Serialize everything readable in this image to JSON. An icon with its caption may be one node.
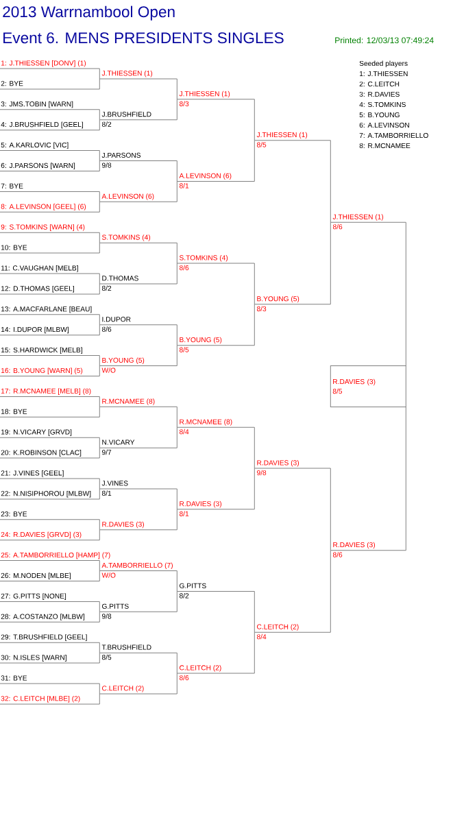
{
  "diagram": {
    "title": "2013 Warrnambool Open",
    "nodes": [
      {
        "text": [
          "1: J.THIESSEN [DONV] (1)"
        ]
      },
      {
        "text": [
          "2: BYE"
        ]
      },
      {
        "text": [
          "3: JMS.TOBIN [WARN]"
        ]
      },
      {
        "text": [
          "4: J.BRUSHFIELD [GEEL]"
        ]
      },
      {
        "text": [
          "5: A.KARLOVIC [VIC]"
        ]
      },
      {
        "text": [
          "6: J.PARSONS [WARN]"
        ]
      },
      {
        "text": [
          "7: BYE"
        ]
      },
      {
        "text": [
          "8: A.LEVINSON [GEEL] (6)"
        ]
      },
      {
        "text": [
          "9: S.TOMKINS [WARN] (4)"
        ]
      },
      {
        "text": [
          "10: BYE"
        ]
      },
      {
        "text": [
          "11: C.VAUGHAN [MELB]"
        ]
      },
      {
        "text": [
          "12: D.THOMAS [GEEL]"
        ]
      },
      {
        "text": [
          "13: A.MACFARLANE [BEAU]"
        ]
      },
      {
        "text": [
          "14: I.DUPOR [MLBW]"
        ]
      },
      {
        "text": [
          "15: S.HARDWICK [MELB]"
        ]
      },
      {
        "text": [
          "16: B.YOUNG [WARN] (5)"
        ]
      },
      {
        "text": [
          "17: R.MCNAMEE [MELB] (8)"
        ]
      },
      {
        "text": [
          "18: BYE"
        ]
      },
      {
        "text": [
          "19: N.VICARY [GRVD]"
        ]
      },
      {
        "text": [
          "20: K.ROBINSON [CLAC]"
        ]
      },
      {
        "text": [
          "21: J.VINES [GEEL]"
        ]
      },
      {
        "text": [
          "22: N.NISIPHOROU [MLBW]"
        ]
      },
      {
        "text": [
          "23: BYE"
        ]
      },
      {
        "text": [
          "24: R.DAVIES [GRVD] (3)"
        ]
      },
      {
        "text": [
          "25: A.TAMBORRIELLO [HAMP] (7)"
        ]
      },
      {
        "text": [
          "26: M.NODEN [MLBE]"
        ]
      },
      {
        "text": [
          "27: G.PITTS [NONE]"
        ]
      },
      {
        "text": [
          "28: A.COSTANZO [MLBW]"
        ]
      },
      {
        "text": [
          "29: T.BRUSHFIELD [GEEL]"
        ]
      },
      {
        "text": [
          "30: N.ISLES [WARN]"
        ]
      },
      {
        "text": [
          "31: BYE"
        ]
      },
      {
        "text": [
          "32: C.LEITCH [MLBE] (2)"
        ]
      },
      {
        "text": [
          "J.THIESSEN (1)"
        ]
      },
      {
        "text": [
          "J.BRUSHFIELD",
          "8/2"
        ]
      },
      {
        "text": [
          "J.PARSONS",
          "9/8"
        ]
      },
      {
        "text": [
          "A.LEVINSON (6)"
        ]
      },
      {
        "text": [
          "S.TOMKINS (4)"
        ]
      },
      {
        "text": [
          "D.THOMAS",
          "8/2"
        ]
      },
      {
        "text": [
          "I.DUPOR",
          "8/6"
        ]
      },
      {
        "text": [
          "B.YOUNG (5)",
          "W/O"
        ]
      },
      {
        "text": [
          "R.MCNAMEE (8)"
        ]
      },
      {
        "text": [
          "N.VICARY",
          "9/7"
        ]
      },
      {
        "text": [
          "J.VINES",
          "8/1"
        ]
      },
      {
        "text": [
          "R.DAVIES (3)"
        ]
      },
      {
        "text": [
          "A.TAMBORRIELLO (7)",
          "W/O"
        ]
      },
      {
        "text": [
          "G.PITTS",
          "9/8"
        ]
      },
      {
        "text": [
          "T.BRUSHFIELD",
          "8/5"
        ]
      },
      {
        "text": [
          "C.LEITCH (2)"
        ]
      },
      {
        "text": [
          "J.THIESSEN (1)",
          "8/3"
        ]
      },
      {
        "text": [
          "A.LEVINSON (6)",
          "8/1"
        ]
      },
      {
        "text": [
          "S.TOMKINS (4)",
          "8/6"
        ]
      },
      {
        "text": [
          "B.YOUNG (5)",
          "8/5"
        ]
      },
      {
        "text": [
          "R.MCNAMEE (8)",
          "8/4"
        ]
      },
      {
        "text": [
          "R.DAVIES (3)",
          "8/1"
        ]
      },
      {
        "text": [
          "G.PITTS",
          "8/2"
        ]
      },
      {
        "text": [
          "C.LEITCH (2)",
          "8/6"
        ]
      },
      {
        "text": [
          "J.THIESSEN (1)",
          "8/5"
        ]
      },
      {
        "text": [
          "B.YOUNG (5)",
          "8/3"
        ]
      },
      {
        "text": [
          "R.DAVIES (3)",
          "9/8"
        ]
      },
      {
        "text": [
          "C.LEITCH (2)",
          "8/4"
        ]
      },
      {
        "text": [
          "J.THIESSEN (1)",
          "8/6"
        ]
      },
      {
        "text": [
          "R.DAVIES (3)",
          "8/6"
        ]
      },
      {
        "text": [
          "R.DAVIES (3)",
          "8/5"
        ]
      }
    ],
    "edges": [
      {
        "from": 0,
        "to": 32,
        "arrow": "none"
      },
      {
        "from": 1,
        "to": 32,
        "arrow": "none"
      },
      {
        "from": 2,
        "to": 33,
        "arrow": "none"
      },
      {
        "from": 3,
        "to": 33,
        "arrow": "none"
      },
      {
        "from": 4,
        "to": 34,
        "arrow": "none"
      },
      {
        "from": 5,
        "to": 34,
        "arrow": "none"
      },
      {
        "from": 6,
        "to": 35,
        "arrow": "none"
      },
      {
        "from": 7,
        "to": 35,
        "arrow": "none"
      },
      {
        "from": 8,
        "to": 36,
        "arrow": "none"
      },
      {
        "from": 9,
        "to": 36,
        "arrow": "none"
      },
      {
        "from": 10,
        "to": 37,
        "arrow": "none"
      },
      {
        "from": 11,
        "to": 37,
        "arrow": "none"
      },
      {
        "from": 12,
        "to": 38,
        "arrow": "none"
      },
      {
        "from": 13,
        "to": 38,
        "arrow": "none"
      },
      {
        "from": 14,
        "to": 39,
        "arrow": "none"
      },
      {
        "from": 15,
        "to": 39,
        "arrow": "none"
      },
      {
        "from": 16,
        "to": 40,
        "arrow": "none"
      },
      {
        "from": 17,
        "to": 40,
        "arrow": "none"
      },
      {
        "from": 18,
        "to": 41,
        "arrow": "none"
      },
      {
        "from": 19,
        "to": 41,
        "arrow": "none"
      },
      {
        "from": 20,
        "to": 42,
        "arrow": "none"
      },
      {
        "from": 21,
        "to": 42,
        "arrow": "none"
      },
      {
        "from": 22,
        "to": 43,
        "arrow": "none"
      },
      {
        "from": 23,
        "to": 43,
        "arrow": "none"
      },
      {
        "from": 24,
        "to": 44,
        "arrow": "none"
      },
      {
        "from": 25,
        "to": 44,
        "arrow": "none"
      },
      {
        "from": 26,
        "to": 45,
        "arrow": "none"
      },
      {
        "from": 27,
        "to": 45,
        "arrow": "none"
      },
      {
        "from": 28,
        "to": 46,
        "arrow": "none"
      },
      {
        "from": 29,
        "to": 46,
        "arrow": "none"
      },
      {
        "from": 30,
        "to": 47,
        "arrow": "none"
      },
      {
        "from": 31,
        "to": 47,
        "arrow": "none"
      },
      {
        "from": 32,
        "to": 48,
        "arrow": "none"
      },
      {
        "from": 33,
        "to": 48,
        "arrow": "none"
      },
      {
        "from": 34,
        "to": 49,
        "arrow": "none"
      },
      {
        "from": 35,
        "to": 49,
        "arrow": "none"
      },
      {
        "from": 36,
        "to": 50,
        "arrow": "none"
      },
      {
        "from": 37,
        "to": 50,
        "arrow": "none"
      },
      {
        "from": 38,
        "to": 51,
        "arrow": "none"
      },
      {
        "from": 39,
        "to": 51,
        "arrow": "none"
      },
      {
        "from": 40,
        "to": 52,
        "arrow": "none"
      },
      {
        "from": 41,
        "to": 52,
        "arrow": "none"
      },
      {
        "from": 42,
        "to": 53,
        "arrow": "none"
      },
      {
        "from": 43,
        "to": 53,
        "arrow": "none"
      },
      {
        "from": 44,
        "to": 54,
        "arrow": "none"
      },
      {
        "from": 45,
        "to": 54,
        "arrow": "none"
      },
      {
        "from": 46,
        "to": 55,
        "arrow": "none"
      },
      {
        "from": 47,
        "to": 55,
        "arrow": "none"
      },
      {
        "from": 48,
        "to": 56,
        "arrow": "none"
      },
      {
        "from": 49,
        "to": 56,
        "arrow": "none"
      },
      {
        "from": 50,
        "to": 57,
        "arrow": "none"
      },
      {
        "from": 51,
        "to": 57,
        "arrow": "none"
      },
      {
        "from": 52,
        "to": 58,
        "arrow": "none"
      },
      {
        "from": 53,
        "to": 58,
        "arrow": "none"
      },
      {
        "from": 54,
        "to": 59,
        "arrow": "none"
      },
      {
        "from": 55,
        "to": 59,
        "arrow": "none"
      },
      {
        "from": 56,
        "to": 60,
        "arrow": "none"
      },
      {
        "from": 57,
        "to": 60,
        "arrow": "none"
      },
      {
        "from": 58,
        "to": 61,
        "arrow": "none"
      },
      {
        "from": 59,
        "to": 61,
        "arrow": "none"
      },
      {
        "from": 60,
        "to": 62,
        "arrow": "none"
      },
      {
        "from": 61,
        "to": 62,
        "arrow": "none"
      }
    ],
    "labels": [
      "Event 6. MENS PRESIDENTS SINGLES",
      "Printed: 12/03/13 07:49:24",
      "Seeded players",
      "1: J.THIESSEN",
      "2: C.LEITCH",
      "3: R.DAVIES",
      "4: S.TOMKINS",
      "5: B.YOUNG",
      "6: A.LEVINSON",
      "7: A.TAMBORRIELLO",
      "8: R.MCNAMEE"
    ]
  }
}
